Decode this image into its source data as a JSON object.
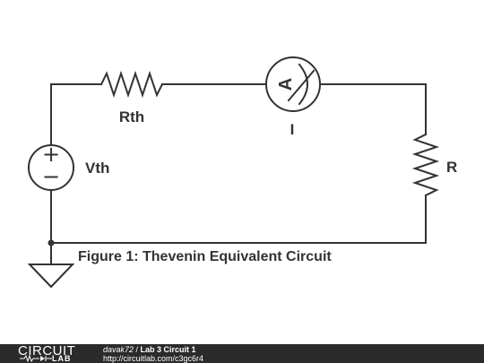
{
  "diagram": {
    "caption": "Figure 1: Thevenin Equivalent Circuit",
    "components": {
      "resistor_th": {
        "label": "Rth"
      },
      "ammeter": {
        "symbol": "A",
        "label": "I"
      },
      "voltage_source": {
        "label": "Vth",
        "plus": "+",
        "minus": "−"
      },
      "resistor_load": {
        "label": "R"
      }
    }
  },
  "footer": {
    "logo_top": "CIRCUIT",
    "logo_bottom": "LAB",
    "user": "davak72",
    "separator": " / ",
    "circuit_title": "Lab 3 Circuit 1",
    "url": "http://circuitlab.com/c3gc6r4"
  },
  "colors": {
    "wire": "#333333",
    "footer_bg": "#2b2b2b",
    "text": "#333333"
  }
}
